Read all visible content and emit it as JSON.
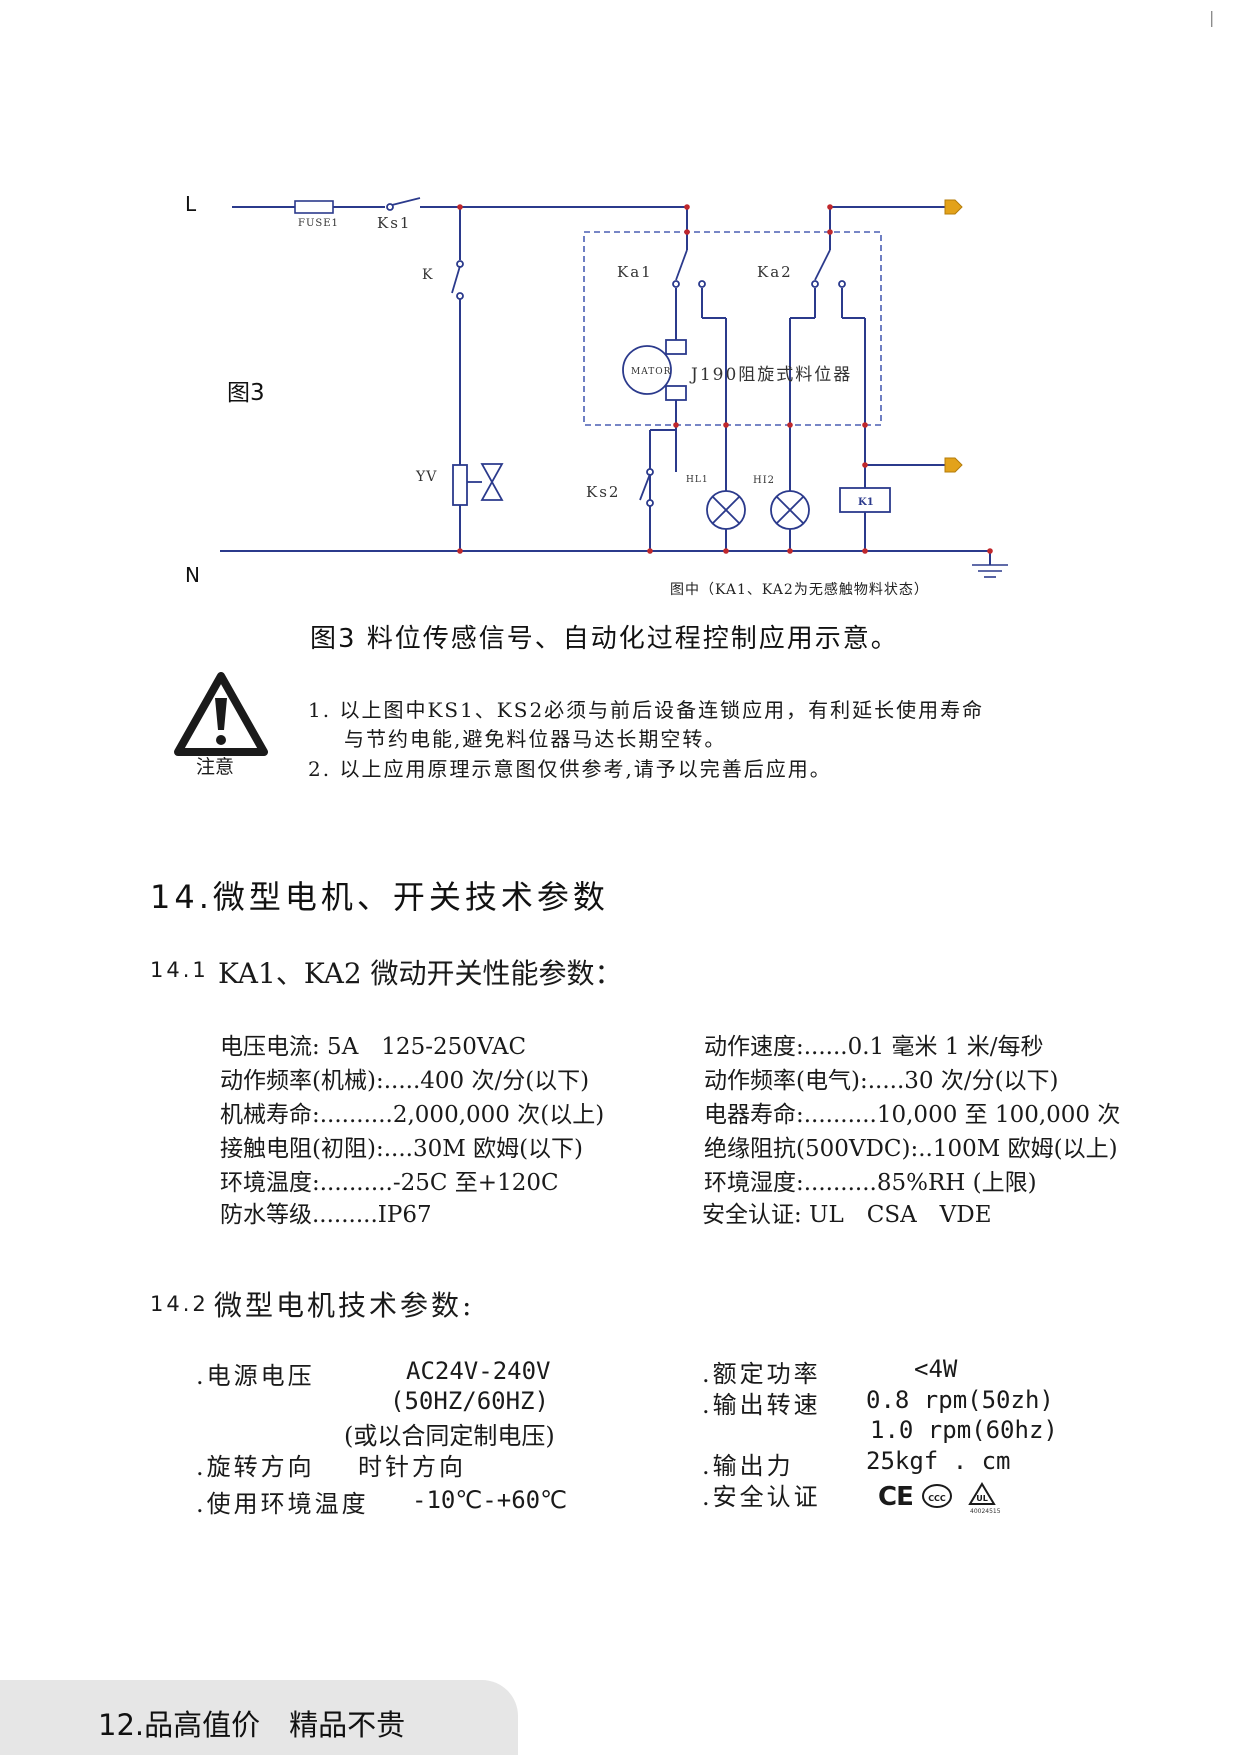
{
  "corner_mark": "|",
  "diagram": {
    "labels": {
      "L": "L",
      "N": "N",
      "fuse": "FUSE1",
      "ks1": "Ks1",
      "k": "K",
      "ka1": "Ka1",
      "ka2": "Ka2",
      "motor": "MATOR",
      "device": "J190阻旋式料位器",
      "yv": "YV",
      "ks2": "Ks2",
      "hl1": "HL1",
      "hl2": "HI2",
      "k1": "K1",
      "fig_label": "图3",
      "note": "图中（KA1、KA2为无感触物料状态）"
    },
    "caption": "图3 料位传感信号、自动化过程控制应用示意。"
  },
  "warning": {
    "icon_label": "注意",
    "items": [
      "1. 以上图中KS1、KS2必须与前后设备连锁应用，有利延长使用寿命",
      "与节约电能,避免料位器马达长期空转。",
      "2. 以上应用原理示意图仅供参考,请予以完善后应用。"
    ]
  },
  "section14": {
    "title": "14.微型电机、开关技术参数",
    "sub1": {
      "number": "14.1",
      "title": "KA1、KA2 微动开关性能参数：",
      "left": [
        "电压电流: 5A　125-250VAC",
        "动作频率(机械):.....400 次/分(以下)",
        "机械寿命:..........2,000,000 次(以上)",
        "接触电阻(初阻):....30M 欧姆(以下)",
        "环境温度:..........-25C 至+120C",
        "防水等级.........IP67"
      ],
      "right": [
        "动作速度:......0.1 毫米 1 米/每秒",
        "动作频率(电气):.....30 次/分(以下)",
        "电器寿命:..........10,000 至 100,000 次",
        "绝缘阻抗(500VDC):..100M 欧姆(以上)",
        "环境湿度:..........85%RH (上限)",
        "安全认证: UL　CSA　VDE"
      ]
    },
    "sub2": {
      "number": "14.2",
      "title": "微型电机技术参数:",
      "voltage_label": ".电源电压",
      "voltage_value": "AC24V-240V",
      "voltage_freq": "(50HZ/60HZ)",
      "voltage_note": "(或以合同定制电压)",
      "rotation_label": ".旋转方向",
      "rotation_value": "时针方向",
      "temp_label": ".使用环境温度",
      "temp_value": "-10℃-+60℃",
      "power_label": ".额定功率",
      "power_value": "<4W",
      "speed_label": ".输出转速",
      "speed_value1": "0.8 rpm(50zh)",
      "speed_value2": "1.0 rpm(60hz)",
      "force_label": ".输出力",
      "force_value": "25kgf . cm",
      "cert_label": ".安全认证",
      "cert_marks": [
        "CE",
        "CCC",
        "UL"
      ],
      "cert_number": "40024515"
    }
  },
  "footer": {
    "text": "12.品高值价　精品不贵"
  },
  "colors": {
    "wire": "#2b3a8c",
    "node": "#c0282c",
    "dashed_box": "#4a5fb4",
    "terminal": "#e3a21a",
    "footer_band": "#e6e6e6"
  }
}
